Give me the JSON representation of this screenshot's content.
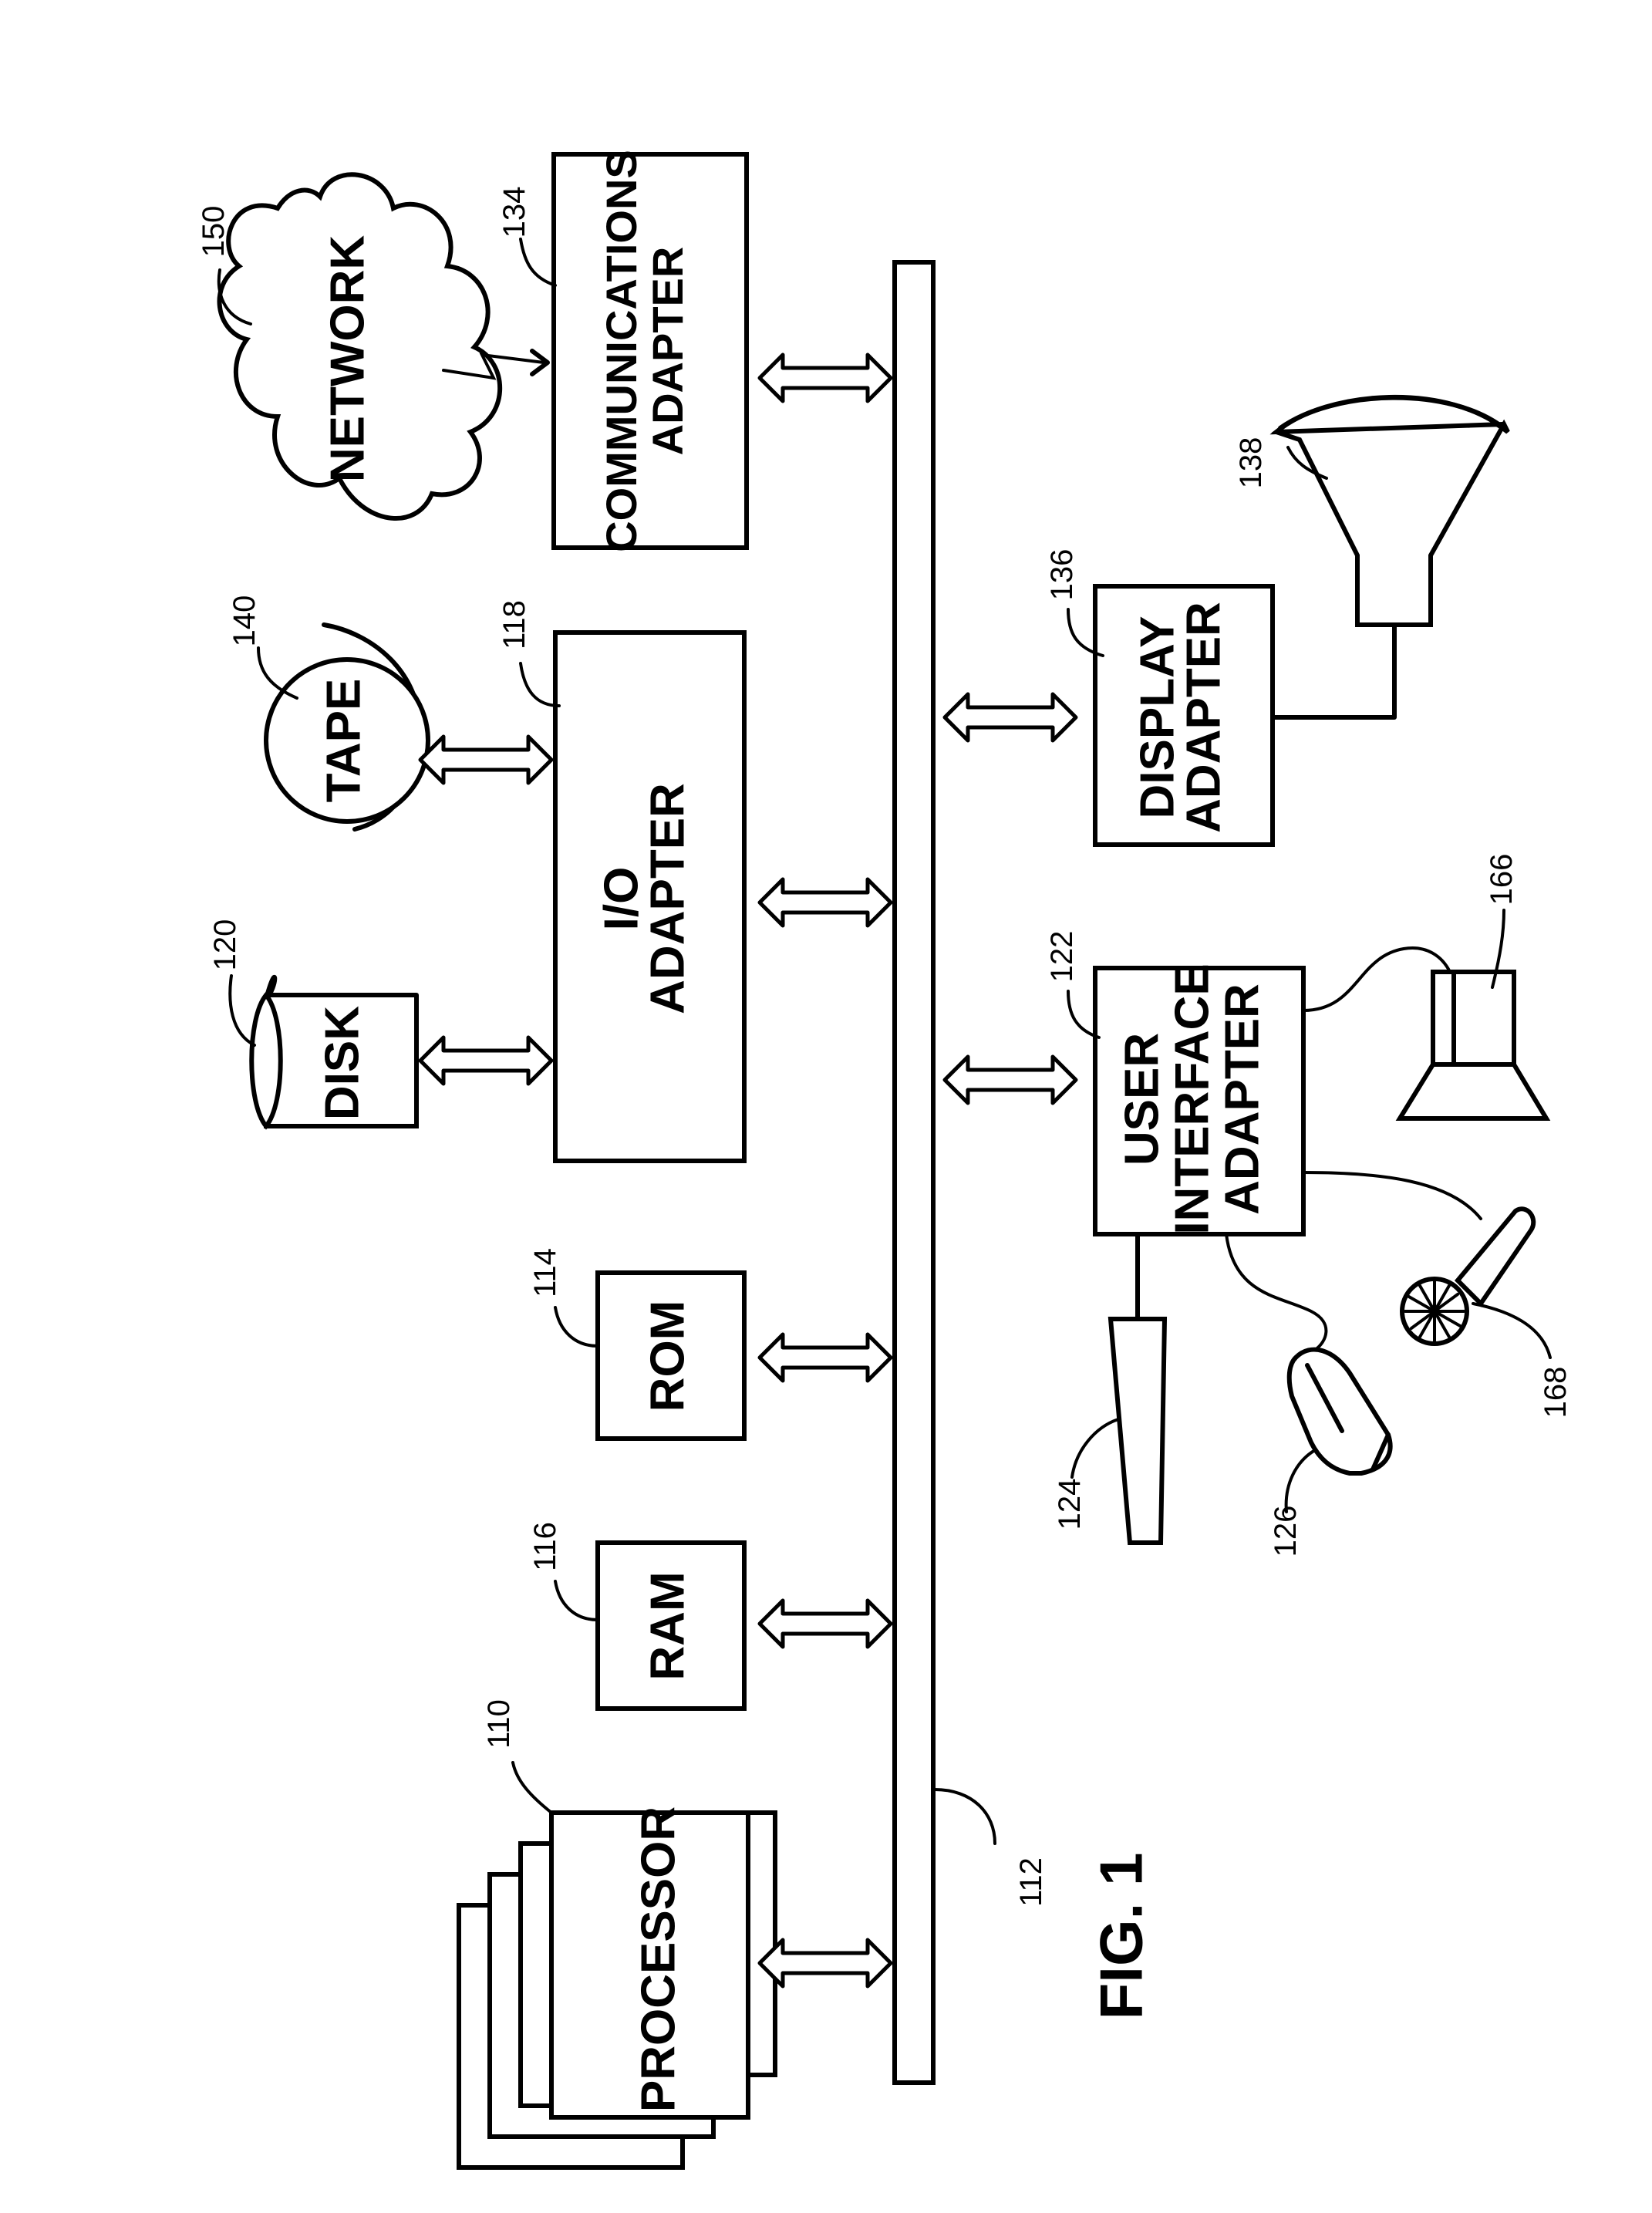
{
  "figure_label": "FIG. 1",
  "components": {
    "processor": {
      "label": "PROCESSOR",
      "ref": "110"
    },
    "bus": {
      "ref": "112"
    },
    "ram": {
      "label": "RAM",
      "ref": "116"
    },
    "rom": {
      "label": "ROM",
      "ref": "114"
    },
    "io_adapter": {
      "line1": "I/O",
      "line2": "ADAPTER",
      "ref": "118"
    },
    "disk": {
      "label": "DISK",
      "ref": "120"
    },
    "tape": {
      "label": "TAPE",
      "ref": "140"
    },
    "comm_adapter": {
      "line1": "COMMUNICATIONS",
      "line2": "ADAPTER",
      "ref": "134"
    },
    "network": {
      "label": "NETWORK",
      "ref": "150"
    },
    "display_adapter": {
      "line1": "DISPLAY",
      "line2": "ADAPTER",
      "ref": "136"
    },
    "display": {
      "ref": "138"
    },
    "ui_adapter": {
      "line1": "USER",
      "line2": "INTERFACE",
      "line3": "ADAPTER",
      "ref": "122"
    },
    "keyboard": {
      "ref": "124"
    },
    "mouse": {
      "ref": "126"
    },
    "speaker": {
      "ref": "166"
    },
    "microphone": {
      "ref": "168"
    }
  }
}
